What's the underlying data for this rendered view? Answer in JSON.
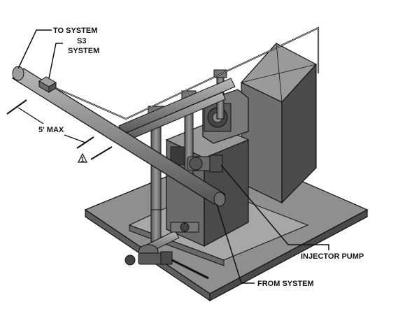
{
  "labels": {
    "to_system": "TO SYSTEM",
    "s3_line1": "S3",
    "s3_line2": "SYSTEM",
    "max_distance": "5' MAX",
    "note_marker": "1",
    "injector_pump": "INJECTOR PUMP",
    "from_system": "FROM SYSTEM"
  },
  "colors": {
    "outline": "#111111",
    "base_top": "#8f8f8f",
    "base_side": "#5e5e5e",
    "cabinet_front": "#707070",
    "cabinet_side": "#4a4a4a",
    "cabinet_top": "#9a9a9a",
    "pipe": "#7d7d7d",
    "pipe_highlight": "#b5b5b5",
    "sensor": "#8a8a8a"
  }
}
